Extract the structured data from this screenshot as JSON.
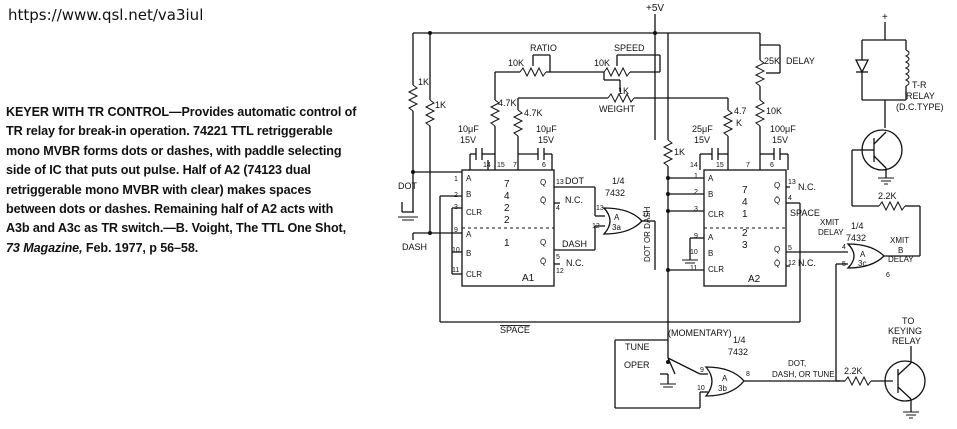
{
  "header": {
    "url": "https://www.qsl.net/va3iul"
  },
  "caption": {
    "title": "KEYER WITH TR CONTROL",
    "body": "—Provides automatic control of TR relay for break-in operation. 74221 TTL retriggerable mono MVBR forms dots or dashes, with paddle selecting side of IC that puts out pulse. Half of A2 (74123 dual retriggerable mono MVBR with clear) makes spaces between dots or dashes. Remaining half of A2 acts with A3b and A3c as TR switch.—B. Voight, The TTL One Shot,",
    "magazine": "73 Magazine,",
    "ref": "Feb. 1977, p 56–58."
  },
  "schematic": {
    "supply": "+5V",
    "supply_relay": "+",
    "labels": {
      "ratio": "RATIO",
      "speed": "SPEED",
      "delay": "DELAY",
      "weight": "WEIGHT",
      "r_10k_a": "10K",
      "r_10k_b": "10K",
      "r_25k": "25K",
      "r_1k_w": "1K",
      "r_1k_a": "1K",
      "r_1k_b": "1K",
      "r_1k_c": "1K",
      "r_47k_a": "4.7K",
      "r_47k_b": "4.7K",
      "r_47_c": "4.7",
      "r_k": "K",
      "r_10k_c": "10K",
      "c1": "10μF",
      "c1v": "15V",
      "c2": "10μF",
      "c2v": "15V",
      "c3": "25μF",
      "c3v": "15V",
      "c4": "100μF",
      "c4v": "15V",
      "r_22k_a": "2.2K",
      "r_22k_b": "2.2K",
      "dot": "DOT",
      "dash": "DASH",
      "dot_or_dash": "DOT OR DASH",
      "q_dot": "DOT",
      "q_dash": "DASH",
      "nc": "N.C.",
      "space": "SPACE",
      "space_bar": "SPACE",
      "xmit_delay": "XMIT",
      "xmit_delay2": "DELAY",
      "xmit_b": "XMIT",
      "b_delay": "B",
      "delay2": "DELAY",
      "tune": "TUNE",
      "momentary": "(MOMENTARY)",
      "oper": "OPER",
      "dot_dash_tune_1": "DOT,",
      "dot_dash_tune_2": "DASH, OR TUNE",
      "to": "TO",
      "keying": "KEYING",
      "relay": "RELAY",
      "tr": "T-R",
      "tr_relay": "RELAY",
      "dc_type": "(D.C.TYPE)",
      "a1": "A1",
      "a2": "A2",
      "ic1_l1": "7",
      "ic1_l2": "4",
      "ic1_l3": "2",
      "ic1_l4": "2",
      "ic1_l5": "1",
      "ic2_l1": "7",
      "ic2_l2": "4",
      "ic2_l3": "1",
      "ic2_l4": "2",
      "ic2_l5": "3",
      "gate_frac": "1/4",
      "gate_7432": "7432",
      "a3a": "A",
      "a3a2": "3a",
      "a3b": "A",
      "a3b2": "3b",
      "a3c": "A",
      "a3c2": "3c",
      "pinA": "A",
      "pinB": "B",
      "clr": "CLR",
      "q": "Q",
      "qbar": "Q̄"
    }
  }
}
